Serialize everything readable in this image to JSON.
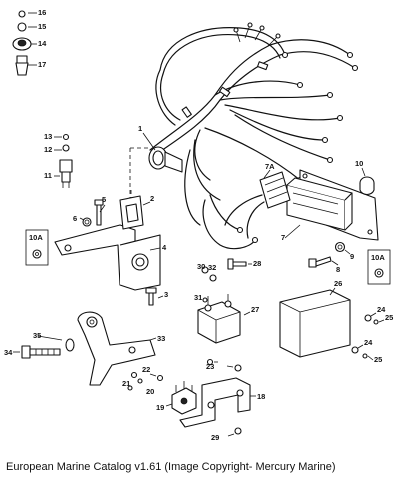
{
  "caption": "European Marine Catalog v1.61 (Image Copyright- Mercury Marine)",
  "callouts": {
    "c1": "1",
    "c2": "2",
    "c3": "3",
    "c4": "4",
    "c5": "5",
    "c6": "6",
    "c7": "7",
    "c7a": "7A",
    "c8": "8",
    "c9": "9",
    "c10": "10",
    "c10a_left": "10A",
    "c10a_right": "10A",
    "c11": "11",
    "c12": "12",
    "c13": "13",
    "c14": "14",
    "c15": "15",
    "c16": "16",
    "c17": "17",
    "c18": "18",
    "c19": "19",
    "c20": "20",
    "c21": "21",
    "c22": "22",
    "c23": "23",
    "c24a": "24",
    "c24b": "24",
    "c25a": "25",
    "c25b": "25",
    "c26": "26",
    "c27": "27",
    "c28": "28",
    "c29": "29",
    "c30": "30",
    "c31": "31",
    "c32": "32",
    "c33": "33",
    "c34": "34",
    "c35": "35"
  }
}
